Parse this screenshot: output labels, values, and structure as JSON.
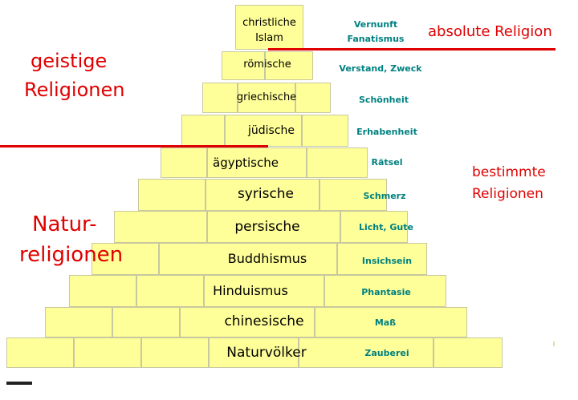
{
  "pyramid": {
    "rows": [
      {
        "lines": [
          "christliche",
          "Islam"
        ],
        "trait": [
          "Vernunft",
          "Fanatismus"
        ]
      },
      {
        "lines": [
          "römische"
        ],
        "trait": [
          "Verstand, Zweck"
        ]
      },
      {
        "lines": [
          "griechische"
        ],
        "trait": [
          "Schönheit"
        ]
      },
      {
        "lines": [
          "jüdische"
        ],
        "trait": [
          "Erhabenheit"
        ]
      },
      {
        "lines": [
          "ägyptische"
        ],
        "trait": [
          "Rätsel"
        ]
      },
      {
        "lines": [
          "syrische"
        ],
        "trait": [
          "Schmerz"
        ]
      },
      {
        "lines": [
          "persische"
        ],
        "trait": [
          "Licht, Gute"
        ]
      },
      {
        "lines": [
          "Buddhismus"
        ],
        "trait": [
          "Insichsein"
        ]
      },
      {
        "lines": [
          "Hinduismus"
        ],
        "trait": [
          "Phantasie"
        ]
      },
      {
        "lines": [
          "chinesische"
        ],
        "trait": [
          "Maß"
        ]
      },
      {
        "lines": [
          "Naturvölker"
        ],
        "trait": [
          "Zauberei"
        ]
      }
    ]
  },
  "annotations": {
    "absolute": "absolute Religion",
    "geistige": [
      "geistige",
      "Religionen"
    ],
    "bestimmte": [
      "bestimmte",
      "Religionen"
    ],
    "natur": [
      "Natur-",
      "religionen"
    ]
  },
  "colors": {
    "brick": "#ffff99",
    "trait": "#008080",
    "annotation": "#e00000"
  }
}
